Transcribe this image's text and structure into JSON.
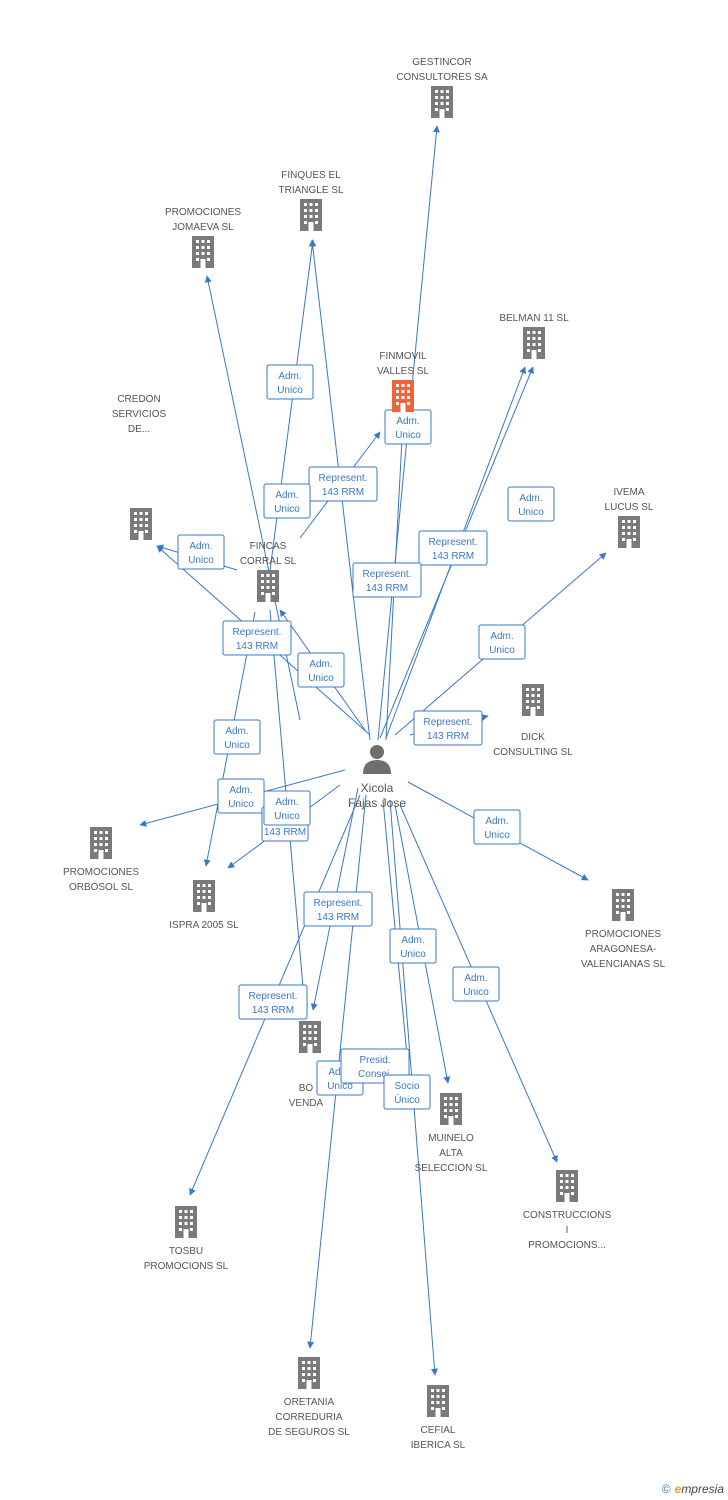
{
  "colors": {
    "edge": "#3a78c8",
    "building": "#7a7a7a",
    "highlight": "#f0643c",
    "person": "#6e6e6e"
  },
  "center": {
    "label_lines": [
      "Xicola",
      "Fajas Jose"
    ]
  },
  "nodes": [
    {
      "id": "gestincor",
      "lines": [
        "GESTINCOR",
        "CONSULTORES SA"
      ],
      "highlight": false
    },
    {
      "id": "finques",
      "lines": [
        "FINQUES EL",
        "TRIANGLE SL"
      ],
      "highlight": false
    },
    {
      "id": "jomaeva",
      "lines": [
        "PROMOCIONES",
        "JOMAEVA SL"
      ],
      "highlight": false
    },
    {
      "id": "finmovil",
      "lines": [
        "FINMOVIL",
        "VALLES SL"
      ],
      "highlight": true
    },
    {
      "id": "belman",
      "lines": [
        "BELMAN 11 SL"
      ],
      "highlight": false
    },
    {
      "id": "credon",
      "lines": [
        "CREDON",
        "SERVICIOS",
        "DE..."
      ],
      "highlight": false
    },
    {
      "id": "ivema",
      "lines": [
        "IVEMA",
        "LUCUS SL"
      ],
      "highlight": false
    },
    {
      "id": "fincas",
      "lines": [
        "FINCAS",
        "CORRAL SL"
      ],
      "highlight": false
    },
    {
      "id": "dick",
      "lines": [
        "DICK",
        "CONSULTING SL"
      ],
      "highlight": false
    },
    {
      "id": "orbosol",
      "lines": [
        "PROMOCIONES",
        "ORBOSOL SL"
      ],
      "highlight": false
    },
    {
      "id": "ispra",
      "lines": [
        "ISPRA 2005 SL"
      ],
      "highlight": false
    },
    {
      "id": "aragonesa",
      "lines": [
        "PROMOCIONES",
        "ARAGONESA-",
        "VALENCIANAS SL"
      ],
      "highlight": false
    },
    {
      "id": "bo",
      "lines": [
        "BO",
        "VENDA"
      ],
      "highlight": false
    },
    {
      "id": "muinelo",
      "lines": [
        "MUINELO",
        "ALTA",
        "SELECCION SL"
      ],
      "highlight": false
    },
    {
      "id": "construccions",
      "lines": [
        "CONSTRUCCIONS",
        "I",
        "PROMOCIONS..."
      ],
      "highlight": false
    },
    {
      "id": "tosbu",
      "lines": [
        "TOSBU",
        "PROMOCIONS SL"
      ],
      "highlight": false
    },
    {
      "id": "oretania",
      "lines": [
        "ORETANIA",
        "CORREDURIA",
        "DE SEGUROS SL"
      ],
      "highlight": false
    },
    {
      "id": "cefial",
      "lines": [
        "CEFIAL",
        "IBERICA SL"
      ],
      "highlight": false
    }
  ],
  "edge_labels": [
    {
      "lines": [
        "Adm.",
        "Unico"
      ]
    },
    {
      "lines": [
        "Adm.",
        "Unico"
      ]
    },
    {
      "lines": [
        "Represent.",
        "143 RRM"
      ]
    },
    {
      "lines": [
        "Adm.",
        "Unico"
      ]
    },
    {
      "lines": [
        "Adm.",
        "Unico"
      ]
    },
    {
      "lines": [
        "Adm.",
        "Unico"
      ]
    },
    {
      "lines": [
        "Represent.",
        "143 RRM"
      ]
    },
    {
      "lines": [
        "Represent.",
        "143 RRM"
      ]
    },
    {
      "lines": [
        "Represent.",
        "143 RRM"
      ]
    },
    {
      "lines": [
        "Adm.",
        "Unico"
      ]
    },
    {
      "lines": [
        "Adm.",
        "Unico"
      ]
    },
    {
      "lines": [
        "Represent.",
        "143 RRM"
      ]
    },
    {
      "lines": [
        "Adm.",
        "Unico"
      ]
    },
    {
      "lines": [
        "Adm.",
        "Unico"
      ]
    },
    {
      "lines": [
        "R",
        "143 RRM"
      ]
    },
    {
      "lines": [
        "Adm.",
        "Unico"
      ]
    },
    {
      "lines": [
        "Adm.",
        "Unico"
      ]
    },
    {
      "lines": [
        "Represent.",
        "143 RRM"
      ]
    },
    {
      "lines": [
        "Adm.",
        "Unico"
      ]
    },
    {
      "lines": [
        "Represent.",
        "143 RRM"
      ]
    },
    {
      "lines": [
        "Adm.",
        "Unico"
      ]
    },
    {
      "lines": [
        "Presid.",
        "Consej."
      ]
    },
    {
      "lines": [
        "Socio",
        "Único"
      ]
    },
    {
      "lines": [
        "Adm.",
        "Unico"
      ]
    }
  ],
  "footer": {
    "copyright": "©",
    "brand_initial": "e",
    "brand_rest": "mpresia"
  }
}
